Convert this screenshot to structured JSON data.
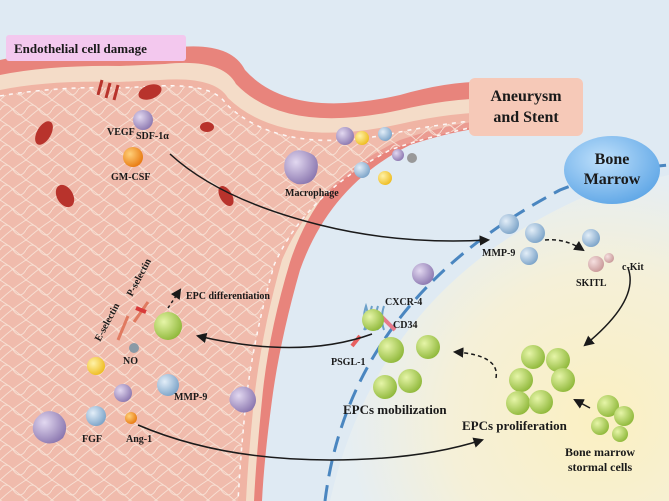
{
  "title_box": "Endothelial cell damage",
  "aneurysm_box": [
    "Aneurysm",
    "and Stent"
  ],
  "bone_marrow": [
    "Bone",
    "Marrow"
  ],
  "labels": {
    "vegf": "VEGF",
    "sdf": "SDF-1α",
    "gmcsf": "GM-CSF",
    "macrophage": "Macrophage",
    "mmp9_top": "MMP-9",
    "skitl": "SKITL",
    "ckit": "c-Kit",
    "pselectin": "P-selectin",
    "eselectin": "E-selectin",
    "epc_diff": "EPC differentiation",
    "cxcr4": "CXCR-4",
    "cd34": "CD34",
    "psgl1": "PSGL-1",
    "no": "NO",
    "mmp9_bottom": "MMP-9",
    "fgf": "FGF",
    "ang1": "Ang-1",
    "epc_mob": "EPCs mobilization",
    "epc_prolif": "EPCs proliferation",
    "stromal": [
      "Bone marrow",
      "stormal cells"
    ]
  },
  "colors": {
    "vessel_outer": "#e8847c",
    "vessel_inner": "#f3c2b2",
    "wall_band": "#f4dcc8",
    "epc_green": "#a8cc4c",
    "purple": "#a894c4",
    "blue_sphere": "#8fb3d4",
    "orange": "#f08a20",
    "yellow": "#f6cf3a",
    "red_cell": "#b8332c",
    "marrow_bubble": "#6fb0e8",
    "title_box": "#f3c8ee",
    "aneurysm_box": "#f6c9b8"
  }
}
